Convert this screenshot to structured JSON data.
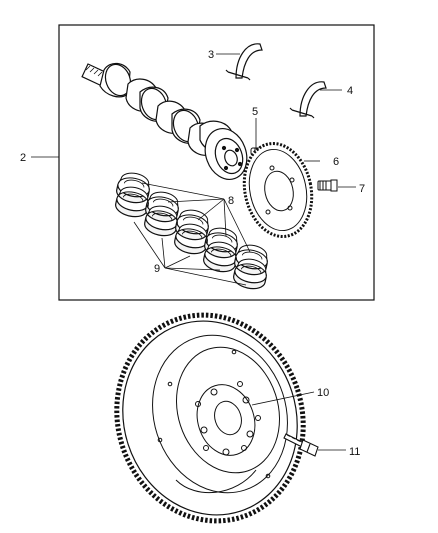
{
  "callouts": {
    "c1": "2",
    "c2": "3",
    "c3": "4",
    "c4": "5",
    "c5": "6",
    "c6": "7",
    "c7": "8",
    "c8": "9",
    "c9": "10",
    "c10": "11"
  }
}
